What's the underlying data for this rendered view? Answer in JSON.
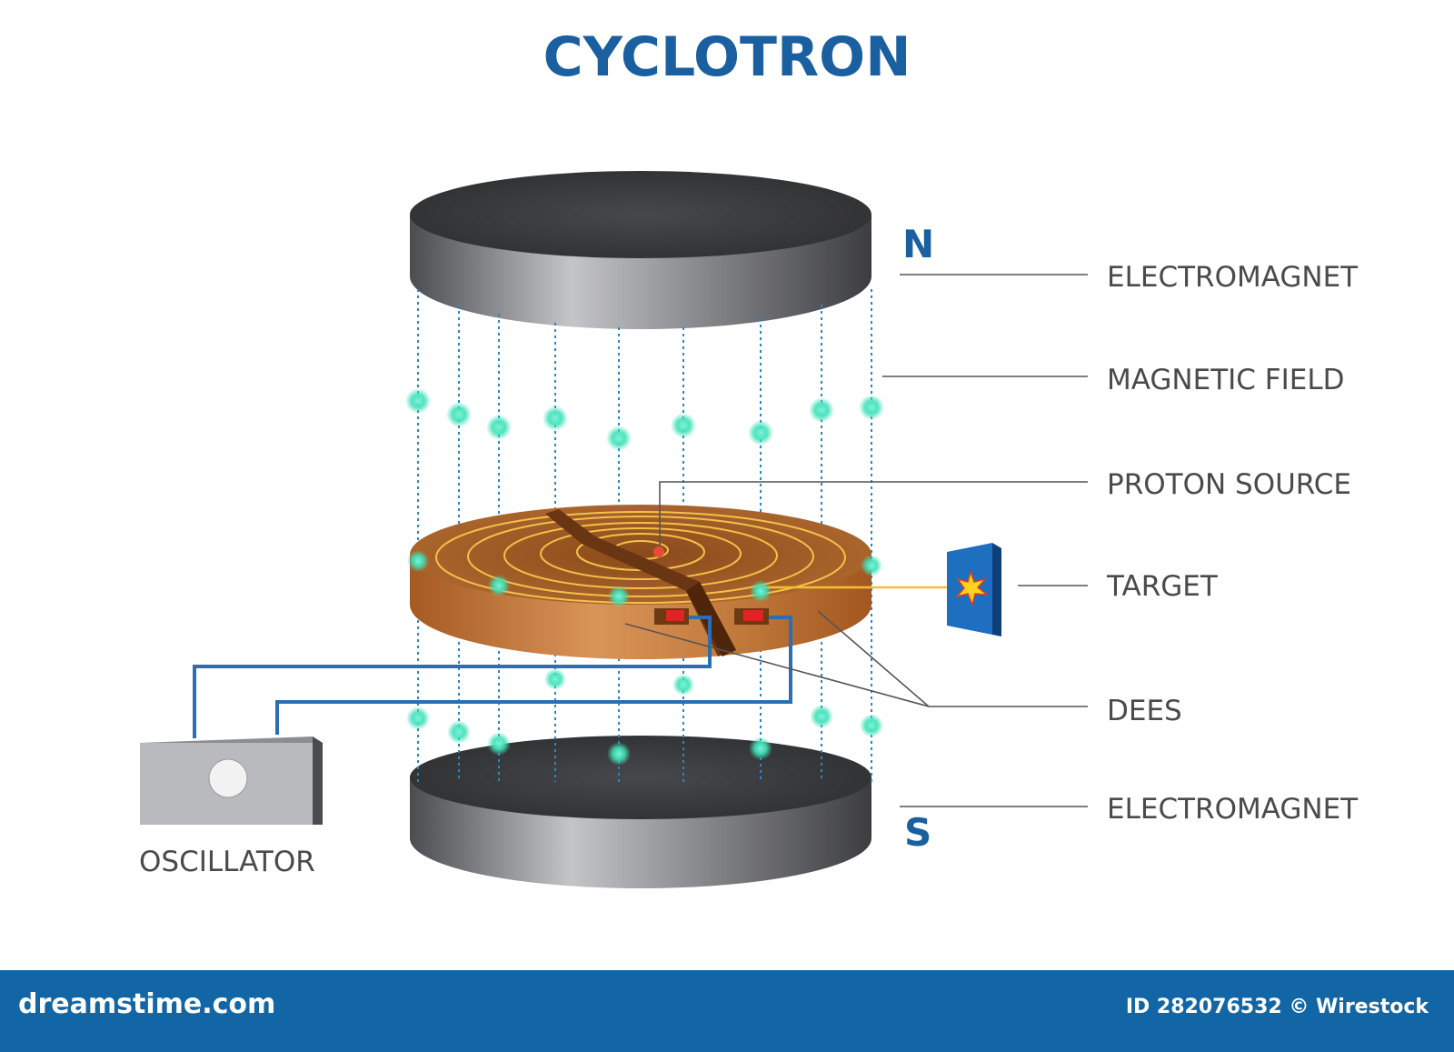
{
  "title": "CYCLOTRON",
  "poles": {
    "north": "N",
    "south": "S"
  },
  "labels": {
    "electromagnet_top": "ELECTROMAGNET",
    "magnetic_field": "MAGNETIC FIELD",
    "proton_source": "PROTON SOURCE",
    "target": "TARGET",
    "dees": "DEES",
    "electromagnet_bottom": "ELECTROMAGNET",
    "oscillator": "OSCILLATOR"
  },
  "footer": {
    "site": "dreamstime.com",
    "credit": "ID 282076532 © Wirestock"
  },
  "colors": {
    "title": "#1a5fa0",
    "magnet": "#3a3b3d",
    "dee": "#b8692e",
    "wire": "#2a6fb5",
    "field_dot": "#3fe0b8",
    "footer": "#1266a6"
  }
}
